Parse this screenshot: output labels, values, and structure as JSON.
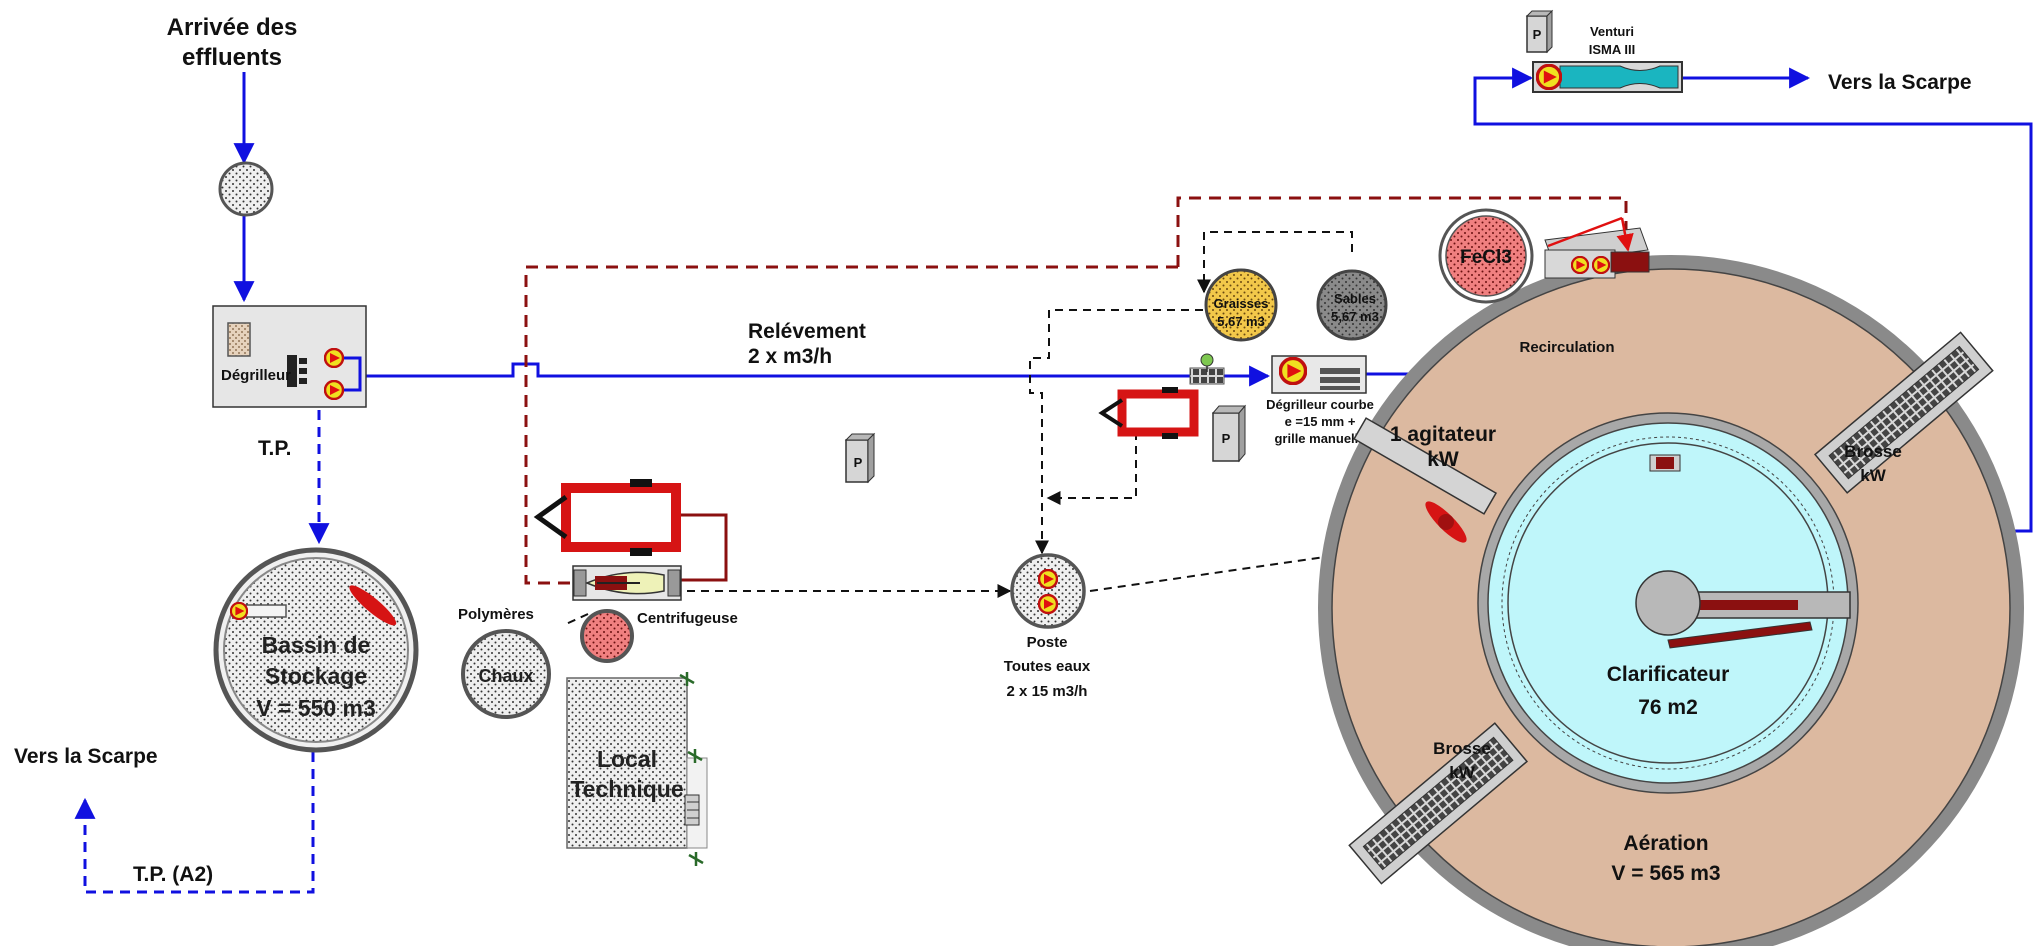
{
  "labels": {
    "inlet_line1": "Arrivée des",
    "inlet_line2": "effluents",
    "degrilleur": "Dégrilleur",
    "tp_top": "T.P.",
    "storage_line1": "Bassin de",
    "storage_line2": "Stockage",
    "storage_line3": "V =  550 m3",
    "outlet_left": "Vers la Scarpe",
    "tp_a2": "T.P. (A2)",
    "relevement_line1": "Relévement",
    "relevement_line2": "2 x      m3/h",
    "polymeres": "Polymères",
    "centrifugeuse": "Centrifugeuse",
    "chaux": "Chaux",
    "local_line1": "Local",
    "local_line2": "Technique",
    "poste_line1": "Poste",
    "poste_line2": "Toutes eaux",
    "poste_line3": "2 x 15 m3/h",
    "p_badge": "P",
    "graisses_line1": "Graisses",
    "graisses_line2": "5,67 m3",
    "sables_line1": "Sables",
    "sables_line2": "5,67 m3",
    "degrilleur_courbe_line1": "Dégrilleur courbe",
    "degrilleur_courbe_line2": "e =15 mm +",
    "degrilleur_courbe_line3": "grille manuelle",
    "fecl3": "FeCl3",
    "recirculation": "Recirculation",
    "venturi_line1": "Venturi",
    "venturi_line2": "ISMA III",
    "outlet_right": "Vers la Scarpe",
    "agitateur_line1": "1 agitateur",
    "agitateur_line2": "kW",
    "brosse_right_line1": "Brosse",
    "brosse_right_line2": "kW",
    "brosse_left_line1": "Brosse",
    "brosse_left_line2": "kW",
    "clarificateur_line1": "Clarificateur",
    "clarificateur_line2": "76 m2",
    "aeration_line1": "Aération",
    "aeration_line2": "V = 565 m3"
  },
  "colors": {
    "water_line": "#1010e0",
    "sludge_line": "#8b1010",
    "drain_line": "#111111",
    "aeration_basin": "#dcb9a0",
    "clarifier": "#bff6fa",
    "pump_red": "#e01010",
    "pump_yellow": "#f0e020",
    "vehicle_red": "#d61414",
    "fecl3_fill": "#f08080",
    "graisses_fill": "#f0c840",
    "sables_fill": "#808080"
  }
}
